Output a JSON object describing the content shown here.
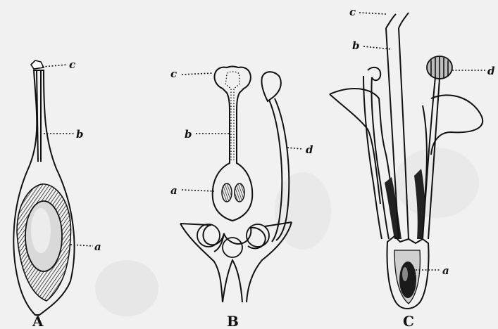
{
  "figures": [
    {
      "caption": "A",
      "labels": {
        "a": "a",
        "b": "b",
        "c": "c"
      }
    },
    {
      "caption": "B",
      "labels": {
        "a": "a",
        "b": "b",
        "c": "c",
        "d": "d"
      }
    },
    {
      "caption": "C",
      "labels": {
        "a": "a",
        "b": "b",
        "c": "c",
        "d": "d"
      }
    }
  ],
  "colors": {
    "background": "#f1f1f1",
    "ink": "#111111"
  }
}
